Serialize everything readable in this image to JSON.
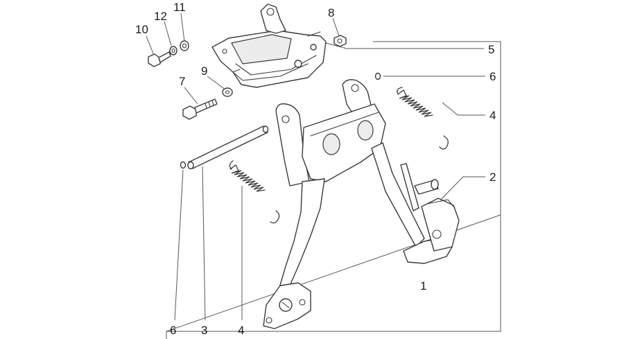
{
  "callouts": [
    {
      "id": "c10",
      "label": "10"
    },
    {
      "id": "c12",
      "label": "12"
    },
    {
      "id": "c11",
      "label": "11"
    },
    {
      "id": "c8",
      "label": "8"
    },
    {
      "id": "c5",
      "label": "5"
    },
    {
      "id": "c9",
      "label": "9"
    },
    {
      "id": "c7",
      "label": "7"
    },
    {
      "id": "c6a",
      "label": "6"
    },
    {
      "id": "c4a",
      "label": "4"
    },
    {
      "id": "c2",
      "label": "2"
    },
    {
      "id": "c1",
      "label": "1"
    },
    {
      "id": "c6b",
      "label": "6"
    },
    {
      "id": "c3",
      "label": "3"
    },
    {
      "id": "c4b",
      "label": "4"
    }
  ]
}
